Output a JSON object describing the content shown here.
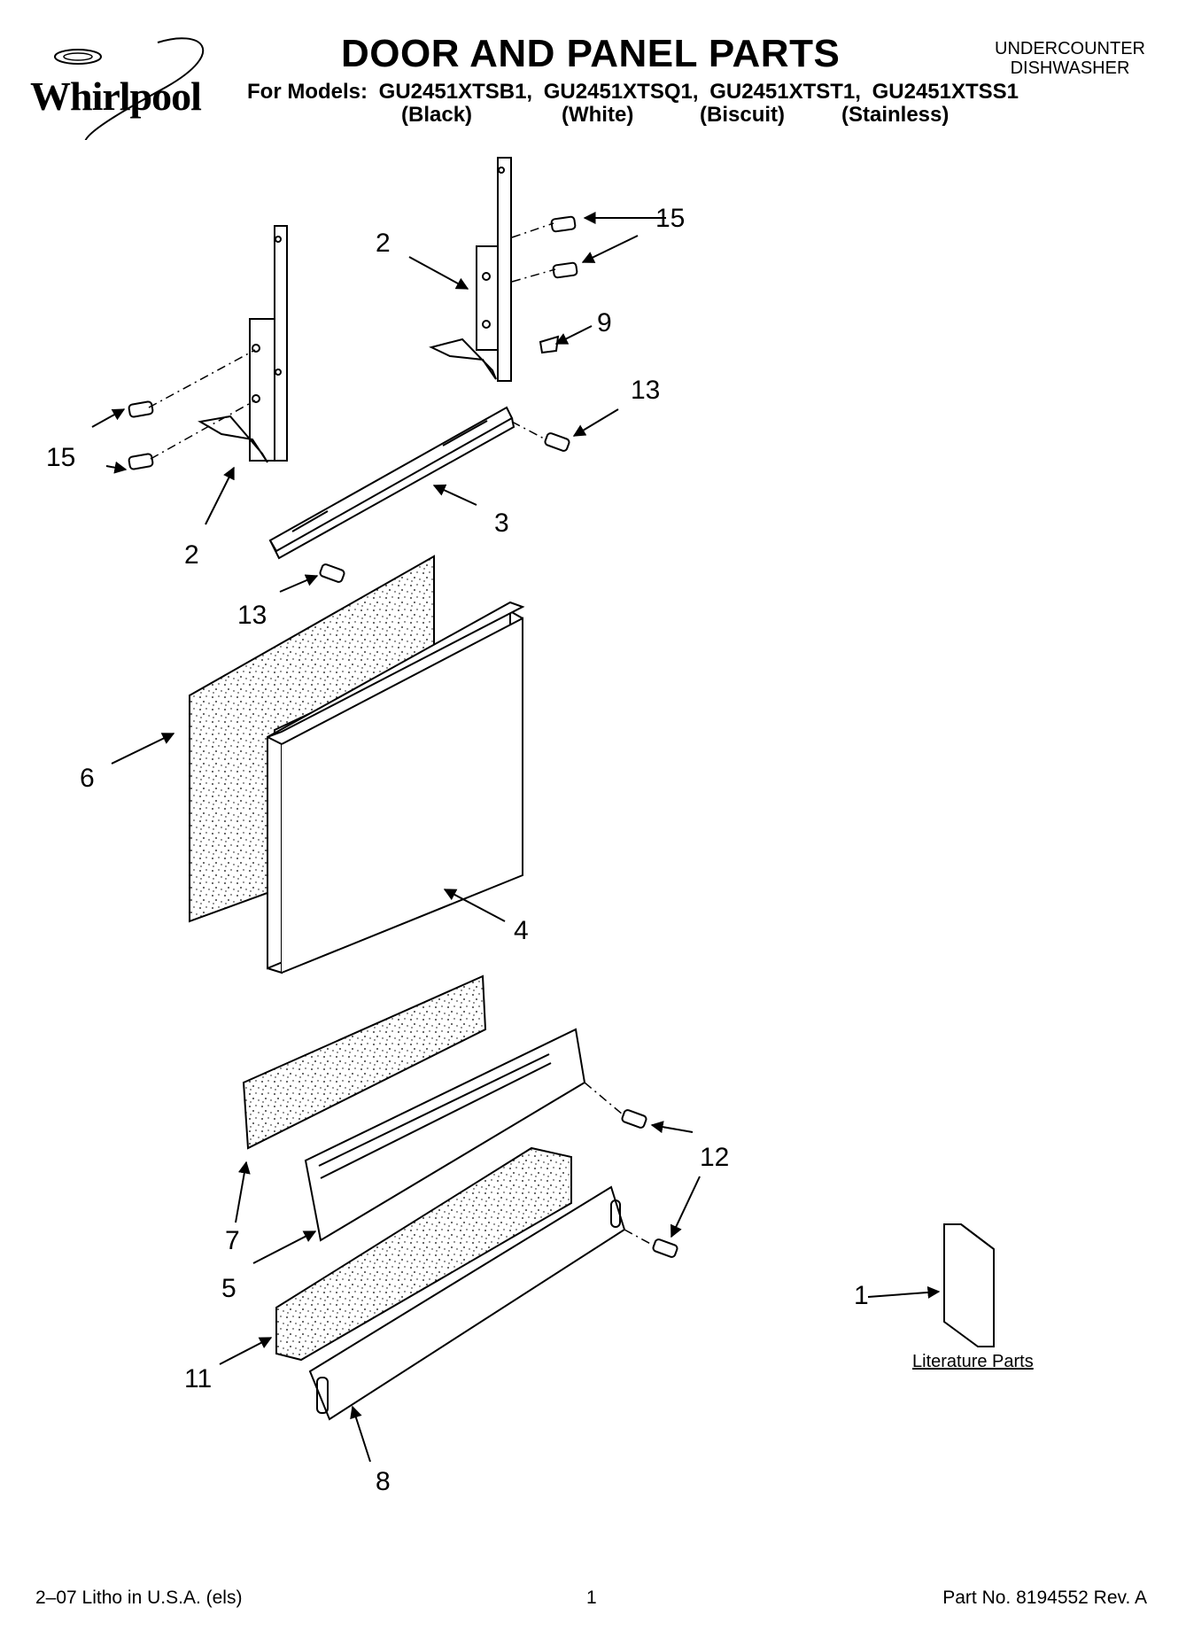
{
  "brand": "Whirlpool",
  "title": "DOOR AND PANEL PARTS",
  "models_prefix": "For Models:",
  "models": [
    "GU2451XTSB1,",
    "GU2451XTSQ1,",
    "GU2451XTST1,",
    "GU2451XTSS1"
  ],
  "colors": [
    "(Black)",
    "(White)",
    "(Biscuit)",
    "(Stainless)"
  ],
  "appliance": {
    "line1": "UNDERCOUNTER",
    "line2": "DISHWASHER"
  },
  "callouts": {
    "c15a": "15",
    "c2a": "2",
    "c9": "9",
    "c13a": "13",
    "c15b": "15",
    "c2b": "2",
    "c3": "3",
    "c13b": "13",
    "c6": "6",
    "c4": "4",
    "c12": "12",
    "c7": "7",
    "c5": "5",
    "c1": "1",
    "c11": "11",
    "c8": "8"
  },
  "literature_label": "Literature Parts",
  "footer": {
    "left": "2–07 Litho in U.S.A. (els)",
    "center": "1",
    "right": "Part No. 8194552 Rev. A"
  }
}
